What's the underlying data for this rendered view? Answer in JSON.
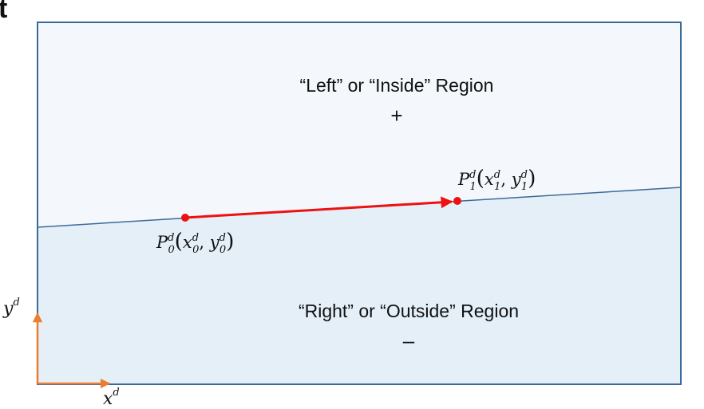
{
  "diagram": {
    "corner_glyph": "t",
    "top_region": {
      "label": "“Left” or “Inside” Region",
      "sign": "+"
    },
    "bottom_region": {
      "label": "“Right” or “Outside” Region",
      "sign": "–"
    },
    "p0": {
      "base": "P",
      "sup": "d",
      "sub": "0",
      "x_base": "x",
      "x_sup": "d",
      "x_sub": "0",
      "y_base": "y",
      "y_sup": "d",
      "y_sub": "0"
    },
    "p1": {
      "base": "P",
      "sup": "d",
      "sub": "1",
      "x_base": "x",
      "x_sup": "d",
      "x_sub": "1",
      "y_base": "y",
      "y_sup": "d",
      "y_sub": "1"
    },
    "x_axis": {
      "base": "x",
      "sup": "d"
    },
    "y_axis": {
      "base": "y",
      "sup": "d"
    },
    "colors": {
      "top_fill": "#f4f8fc",
      "bottom_fill": "#e4eff8",
      "frame": "#3b6a99",
      "vector": "#ee1111",
      "axes": "#ed7d31"
    }
  }
}
